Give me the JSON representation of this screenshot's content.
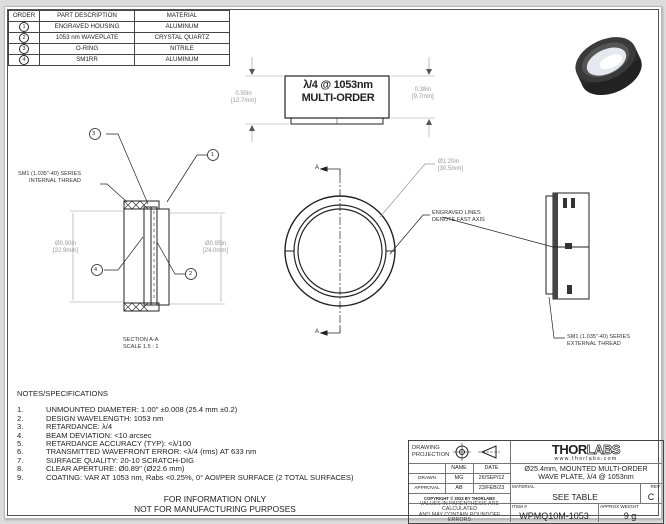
{
  "parts_table": {
    "headers": [
      "ORDER",
      "PART DESCRIPTION",
      "MATERIAL"
    ],
    "rows": [
      {
        "order": "1",
        "description": "ENGRAVED HOUSING",
        "material": "ALUMINUM"
      },
      {
        "order": "2",
        "description": "1053 nm WAVEPLATE",
        "material": "CRYSTAL QUARTZ"
      },
      {
        "order": "3",
        "description": "O-RING",
        "material": "NITRILE"
      },
      {
        "order": "4",
        "description": "SM1RR",
        "material": "ALUMINUM"
      }
    ]
  },
  "top_view": {
    "engraving_line1": "λ/4 @ 1053nm",
    "engraving_line2": "MULTI-ORDER",
    "dim_height_in": "0.50in",
    "dim_height_mm": "[12.7mm]",
    "dim_body_in": "0.38in",
    "dim_body_mm": "[9.7mm]"
  },
  "section_view": {
    "thread_label_line1": "SM1 (1.035\"-40) SERIES",
    "thread_label_line2": "INTERNAL THREAD",
    "dim_inner_in": "Ø0.90in",
    "dim_inner_mm": "[22.9mm]",
    "dim_outer_in": "Ø0.95in",
    "dim_outer_mm": "[24.0mm]",
    "balloons": [
      "1",
      "2",
      "3",
      "4"
    ],
    "caption_line1": "SECTION A-A",
    "caption_line2": "SCALE 1.5 : 1"
  },
  "front_view": {
    "section_marker": "A",
    "dim_od_in": "Ø1.20in",
    "dim_od_mm": "[30.5mm]",
    "note_line1": "ENGRAVED LINES",
    "note_line2": "DENOTE FAST AXIS"
  },
  "side_view": {
    "thread_label_line1": "SM1 (1.035\"-40) SERIES",
    "thread_label_line2": "EXTERNAL THREAD"
  },
  "notes": {
    "title": "NOTES/SPECIFICATIONS",
    "items": [
      {
        "n": "1.",
        "text": "UNMOUNTED DIAMETER: 1.00\" ±0.008 (25.4 mm ±0.2)"
      },
      {
        "n": "2.",
        "text": "DESIGN WAVELENGTH: 1053 nm"
      },
      {
        "n": "3.",
        "text": "RETARDANCE: λ/4"
      },
      {
        "n": "4.",
        "text": "BEAM DEVIATION: <10 arcsec"
      },
      {
        "n": "5.",
        "text": "RETARDANCE ACCURACY (TYP): <λ/100"
      },
      {
        "n": "6.",
        "text": "TRANSMITTED WAVEFRONT ERROR: <λ/4 (rms) AT 633 nm"
      },
      {
        "n": "7.",
        "text": "SURFACE QUALITY: 20-10 SCRATCH-DIG"
      },
      {
        "n": "8.",
        "text": "CLEAR APERTURE: Ø0.89\" (Ø22.6 mm)"
      },
      {
        "n": "9.",
        "text": "COATING: VAR AT 1053 nm, Rabs <0.25%, 0° AOI/PER SURFACE (2 TOTAL SURFACES)"
      }
    ],
    "disclaimer_line1": "FOR INFORMATION ONLY",
    "disclaimer_line2": "NOT FOR MANUFACTURING PURPOSES"
  },
  "title_block": {
    "projection_label": "DRAWING PROJECTION",
    "name_header": "NAME",
    "date_header": "DATE",
    "drawn_label": "DRAWN",
    "drawn_name": "MG",
    "drawn_date": "26/SEP/12",
    "approval_label": "APPROVAL",
    "approval_name": "AB",
    "approval_date": "23/FEB/23",
    "copyright": "COPYRIGHT © 2023 BY THORLABS",
    "values_note_line1": "VALUES IN PARENTHESIS ARE CALCULATED",
    "values_note_line2": "AND MAY CONTAIN ROUNDOFF ERRORS",
    "logo_text_bold": "THOR",
    "logo_text_outline": "LABS",
    "website": "www.thorlabs.com",
    "description_line1": "Ø25.4mm, MOUNTED MULTI-ORDER",
    "description_line2": "WAVE PLATE, λ/4 @ 1053nm",
    "material_label": "MATERIAL",
    "material_value": "SEE TABLE",
    "rev_label": "REV",
    "rev_value": "C",
    "item_label": "ITEM #",
    "item_value": "WPMQ10M-1053",
    "weight_label": "APPROX WEIGHT",
    "weight_value": "9 g"
  }
}
